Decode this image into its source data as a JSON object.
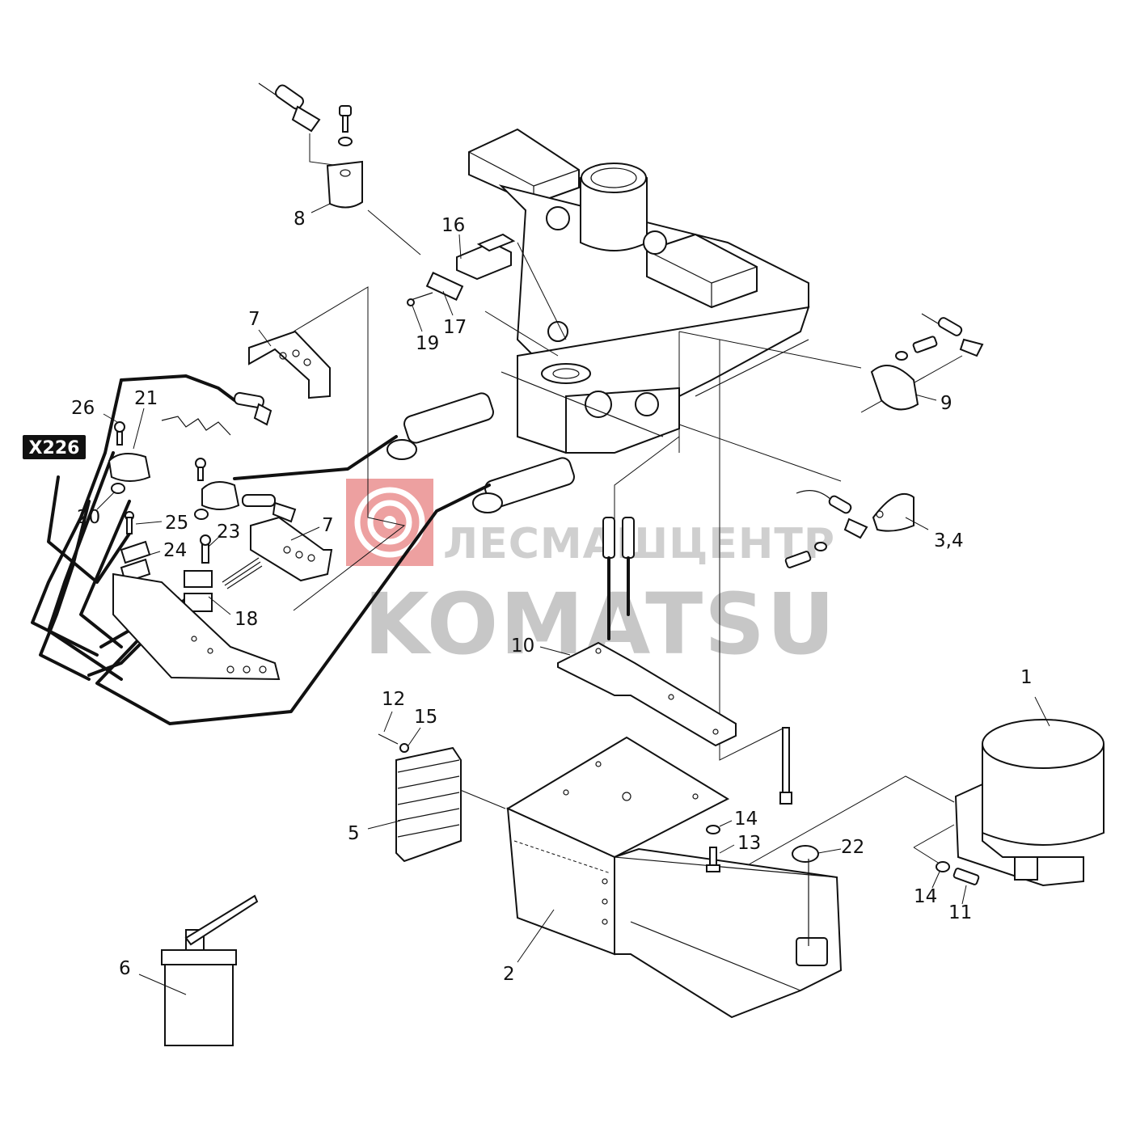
{
  "badge": {
    "text": "X226"
  },
  "watermark": {
    "line1": "ЛЕСМАШЦЕНТР",
    "line2": "KOMATSU",
    "logo_color": "#e88b8b",
    "text_color": "#c8c8c8"
  },
  "callouts": [
    {
      "id": "c1",
      "text": "1"
    },
    {
      "id": "c2",
      "text": "2"
    },
    {
      "id": "c34",
      "text": "3,4"
    },
    {
      "id": "c5",
      "text": "5"
    },
    {
      "id": "c6",
      "text": "6"
    },
    {
      "id": "c7a",
      "text": "7"
    },
    {
      "id": "c7b",
      "text": "7"
    },
    {
      "id": "c8",
      "text": "8"
    },
    {
      "id": "c9",
      "text": "9"
    },
    {
      "id": "c10",
      "text": "10"
    },
    {
      "id": "c11",
      "text": "11"
    },
    {
      "id": "c12",
      "text": "12"
    },
    {
      "id": "c13",
      "text": "13"
    },
    {
      "id": "c14a",
      "text": "14"
    },
    {
      "id": "c14b",
      "text": "14"
    },
    {
      "id": "c15",
      "text": "15"
    },
    {
      "id": "c16",
      "text": "16"
    },
    {
      "id": "c17",
      "text": "17"
    },
    {
      "id": "c18",
      "text": "18"
    },
    {
      "id": "c19",
      "text": "19"
    },
    {
      "id": "c20",
      "text": "20"
    },
    {
      "id": "c21",
      "text": "21"
    },
    {
      "id": "c22",
      "text": "22"
    },
    {
      "id": "c23",
      "text": "23"
    },
    {
      "id": "c24",
      "text": "24"
    },
    {
      "id": "c25",
      "text": "25"
    },
    {
      "id": "c26",
      "text": "26"
    }
  ]
}
